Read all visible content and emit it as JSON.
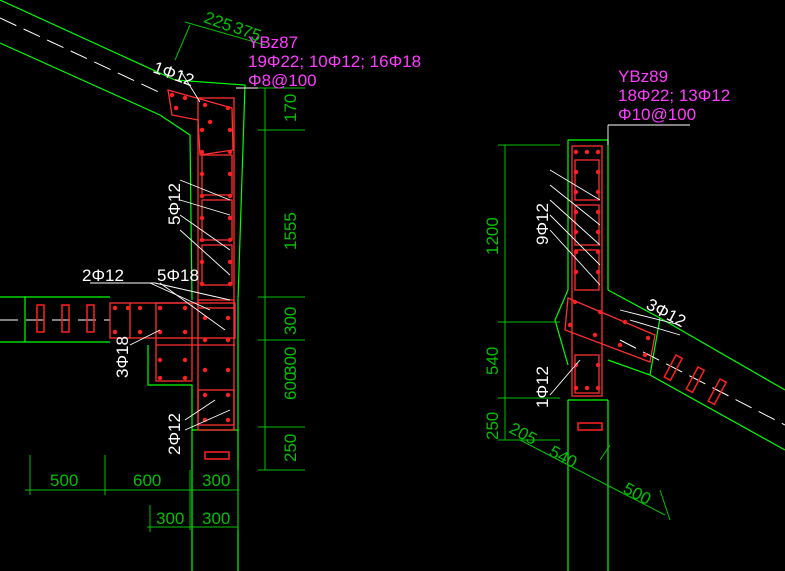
{
  "colors": {
    "background": "#000000",
    "wall": "#00ff00",
    "dimension": "#00c000",
    "rebar": "#ff2020",
    "stirrup": "#ff3030",
    "label": "#ffffff",
    "tag": "#ff3cff",
    "leader": "#ffffff",
    "axis": "#ffffff"
  },
  "left": {
    "tag": {
      "id": "YBz87",
      "main_bars": "19Φ22; 10Φ12; 16Φ18",
      "stirrups": "Φ8@100"
    },
    "dims_top": [
      "225",
      "375"
    ],
    "dims_right": [
      "170",
      "1555",
      "300",
      "600",
      "300",
      "250"
    ],
    "dims_bottom_row1": [
      "500",
      "600",
      "300"
    ],
    "dims_bottom_row2": [
      "300",
      "300"
    ],
    "bar_labels": [
      "1Φ12",
      "5Φ12",
      "2Φ12",
      "5Φ18",
      "3Φ18",
      "2Φ12"
    ]
  },
  "right": {
    "tag": {
      "id": "YBz89",
      "main_bars": "18Φ22; 13Φ12",
      "stirrups": "Φ10@100"
    },
    "dims_left": [
      "1200",
      "540",
      "250"
    ],
    "dims_bottom": [
      "205",
      "540",
      "500"
    ],
    "bar_labels": [
      "9Φ12",
      "3Φ12",
      "1Φ12"
    ]
  }
}
